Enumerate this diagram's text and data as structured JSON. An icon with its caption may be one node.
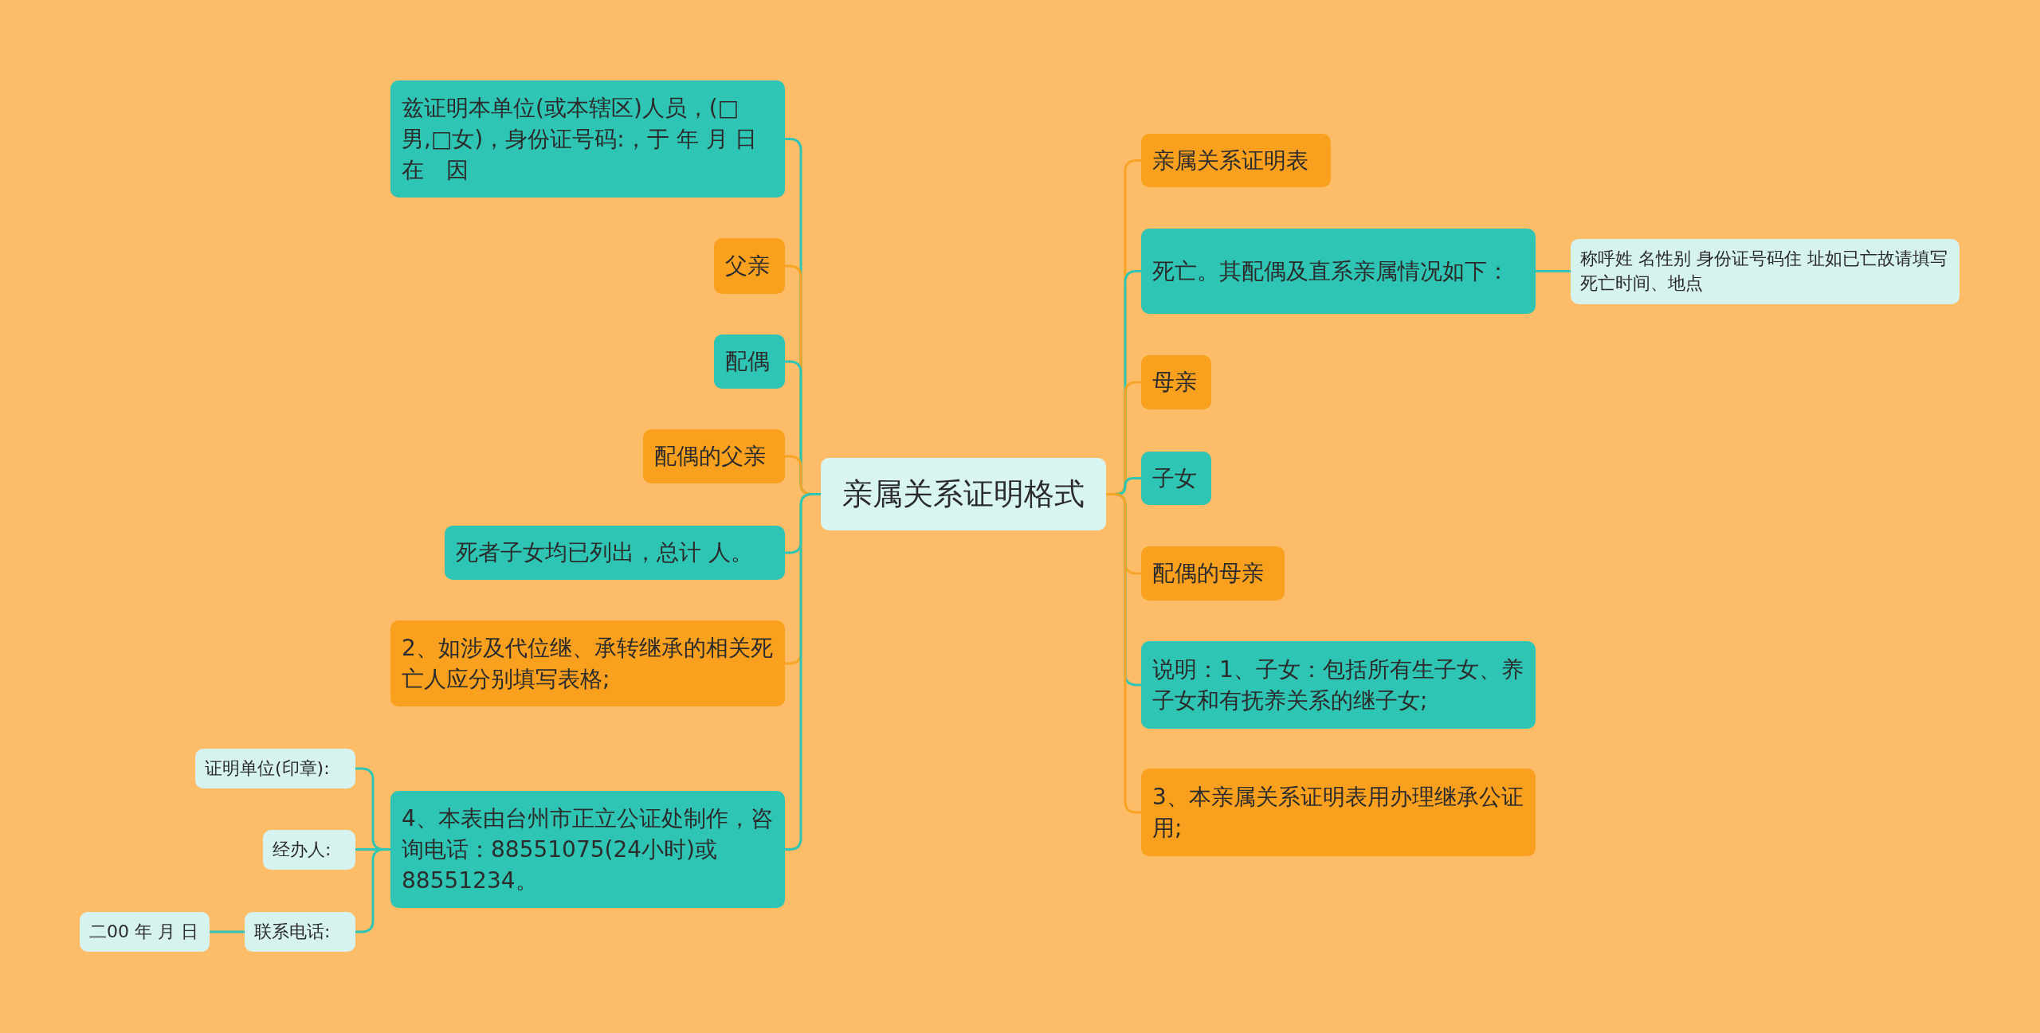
{
  "diagram": {
    "nodes": [
      {
        "text": [
          "亲属关系证明格式"
        ]
      },
      {
        "text": [
          "兹证明本单位(或本辖区)人员，(□男,□女)，身份证号码:，于 年 月 日在　因"
        ]
      },
      {
        "text": [
          "父亲"
        ]
      },
      {
        "text": [
          "配偶"
        ]
      },
      {
        "text": [
          "配偶的父亲"
        ]
      },
      {
        "text": [
          "死者子女均已列出，总计 人。"
        ]
      },
      {
        "text": [
          "2、如涉及代位继、承转继承的相关死亡人应分别填写表格;"
        ]
      },
      {
        "text": [
          "4、本表由台州市正立公证处制作，咨询电话：88551075(24小时)或 88551234。"
        ]
      },
      {
        "text": [
          "证明单位(印章):"
        ]
      },
      {
        "text": [
          "经办人:"
        ]
      },
      {
        "text": [
          "联系电话:"
        ]
      },
      {
        "text": [
          "二00 年 月 日"
        ]
      },
      {
        "text": [
          "亲属关系证明表"
        ]
      },
      {
        "text": [
          "死亡。其配偶及直系亲属情况如下："
        ]
      },
      {
        "text": [
          "称呼姓 名性别 身份证号码住 址如已亡故请填写死亡时间、地点"
        ]
      },
      {
        "text": [
          "母亲"
        ]
      },
      {
        "text": [
          "子女"
        ]
      },
      {
        "text": [
          "配偶的母亲"
        ]
      },
      {
        "text": [
          "说明：1、子女：包括所有生子女、养子女和有抚养关系的继子女;"
        ]
      },
      {
        "text": [
          "3、本亲属关系证明表用办理继承公证用;"
        ]
      }
    ],
    "edges": [
      {
        "from": 0,
        "to": 1,
        "arrow": "none"
      },
      {
        "from": 0,
        "to": 2,
        "arrow": "none",
        "color": "#f7a325"
      },
      {
        "from": 0,
        "to": 3,
        "arrow": "none"
      },
      {
        "from": 0,
        "to": 4,
        "arrow": "none",
        "color": "#f7a325"
      },
      {
        "from": 0,
        "to": 5,
        "arrow": "none"
      },
      {
        "from": 0,
        "to": 6,
        "arrow": "none",
        "color": "#f7a325"
      },
      {
        "from": 0,
        "to": 7,
        "arrow": "none"
      },
      {
        "from": 7,
        "to": 8,
        "arrow": "none"
      },
      {
        "from": 7,
        "to": 9,
        "arrow": "none"
      },
      {
        "from": 7,
        "to": 10,
        "arrow": "none"
      },
      {
        "from": 10,
        "to": 11,
        "arrow": "none"
      },
      {
        "from": 0,
        "to": 12,
        "arrow": "none",
        "color": "#f7a325"
      },
      {
        "from": 0,
        "to": 13,
        "arrow": "none"
      },
      {
        "from": 13,
        "to": 14,
        "arrow": "none"
      },
      {
        "from": 0,
        "to": 15,
        "arrow": "none",
        "color": "#f7a325"
      },
      {
        "from": 0,
        "to": 16,
        "arrow": "none"
      },
      {
        "from": 0,
        "to": 17,
        "arrow": "none",
        "color": "#f7a325"
      },
      {
        "from": 0,
        "to": 18,
        "arrow": "none"
      },
      {
        "from": 0,
        "to": 19,
        "arrow": "none",
        "color": "#f7a325"
      }
    ]
  }
}
